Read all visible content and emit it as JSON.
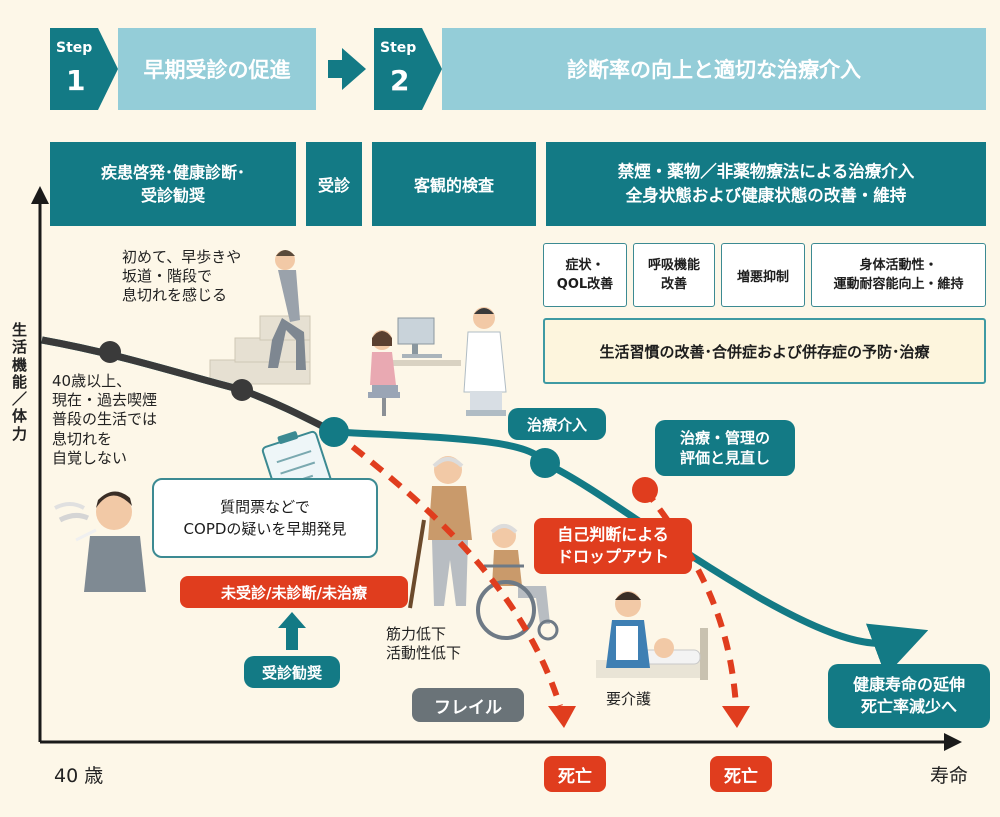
{
  "steps": [
    {
      "label": "Step",
      "number": "1",
      "title": "早期受診の促進"
    },
    {
      "label": "Step",
      "number": "2",
      "title": "診断率の向上と適切な治療介入"
    }
  ],
  "phases": [
    "疾患啓発･健康診断･\n受診勧奨",
    "受診",
    "客観的検査",
    "禁煙・薬物／非薬物療法による治療介入\n全身状態および健康状態の改善・維持"
  ],
  "goals": [
    "症状・\nQOL改善",
    "呼吸機能\n改善",
    "増悪抑制",
    "身体活動性・\n運動耐容能向上・維持"
  ],
  "lifestyle": "生活習慣の改善･合併症および併存症の予防･治療",
  "y_axis_label": "生活機能／体力",
  "x_axis": {
    "start": "40 歳",
    "end": "寿命"
  },
  "notes": {
    "first_breathless": "初めて、早歩きや\n坂道・階段で\n息切れを感じる",
    "age40": "40歳以上、\n現在・過去喫煙\n普段の生活では\n息切れを\n自覚しない",
    "questionnaire": "質問票などで\nCOPDの疑いを早期発見",
    "muscle": "筋力低下\n活動性低下",
    "care": "要介護"
  },
  "labels": {
    "untreated": "未受診/未診断/未治療",
    "recommend": "受診勧奨",
    "frail": "フレイル",
    "treatment": "治療介入",
    "review": "治療・管理の\n評価と見直し",
    "dropout": "自己判断による\nドロップアウト",
    "death": "死亡",
    "outcome": "健康寿命の延伸\n死亡率減少へ"
  },
  "colors": {
    "teal": "#137a85",
    "light_teal": "#94cdd8",
    "red": "#e03d1e",
    "background": "#fdf7e8"
  }
}
